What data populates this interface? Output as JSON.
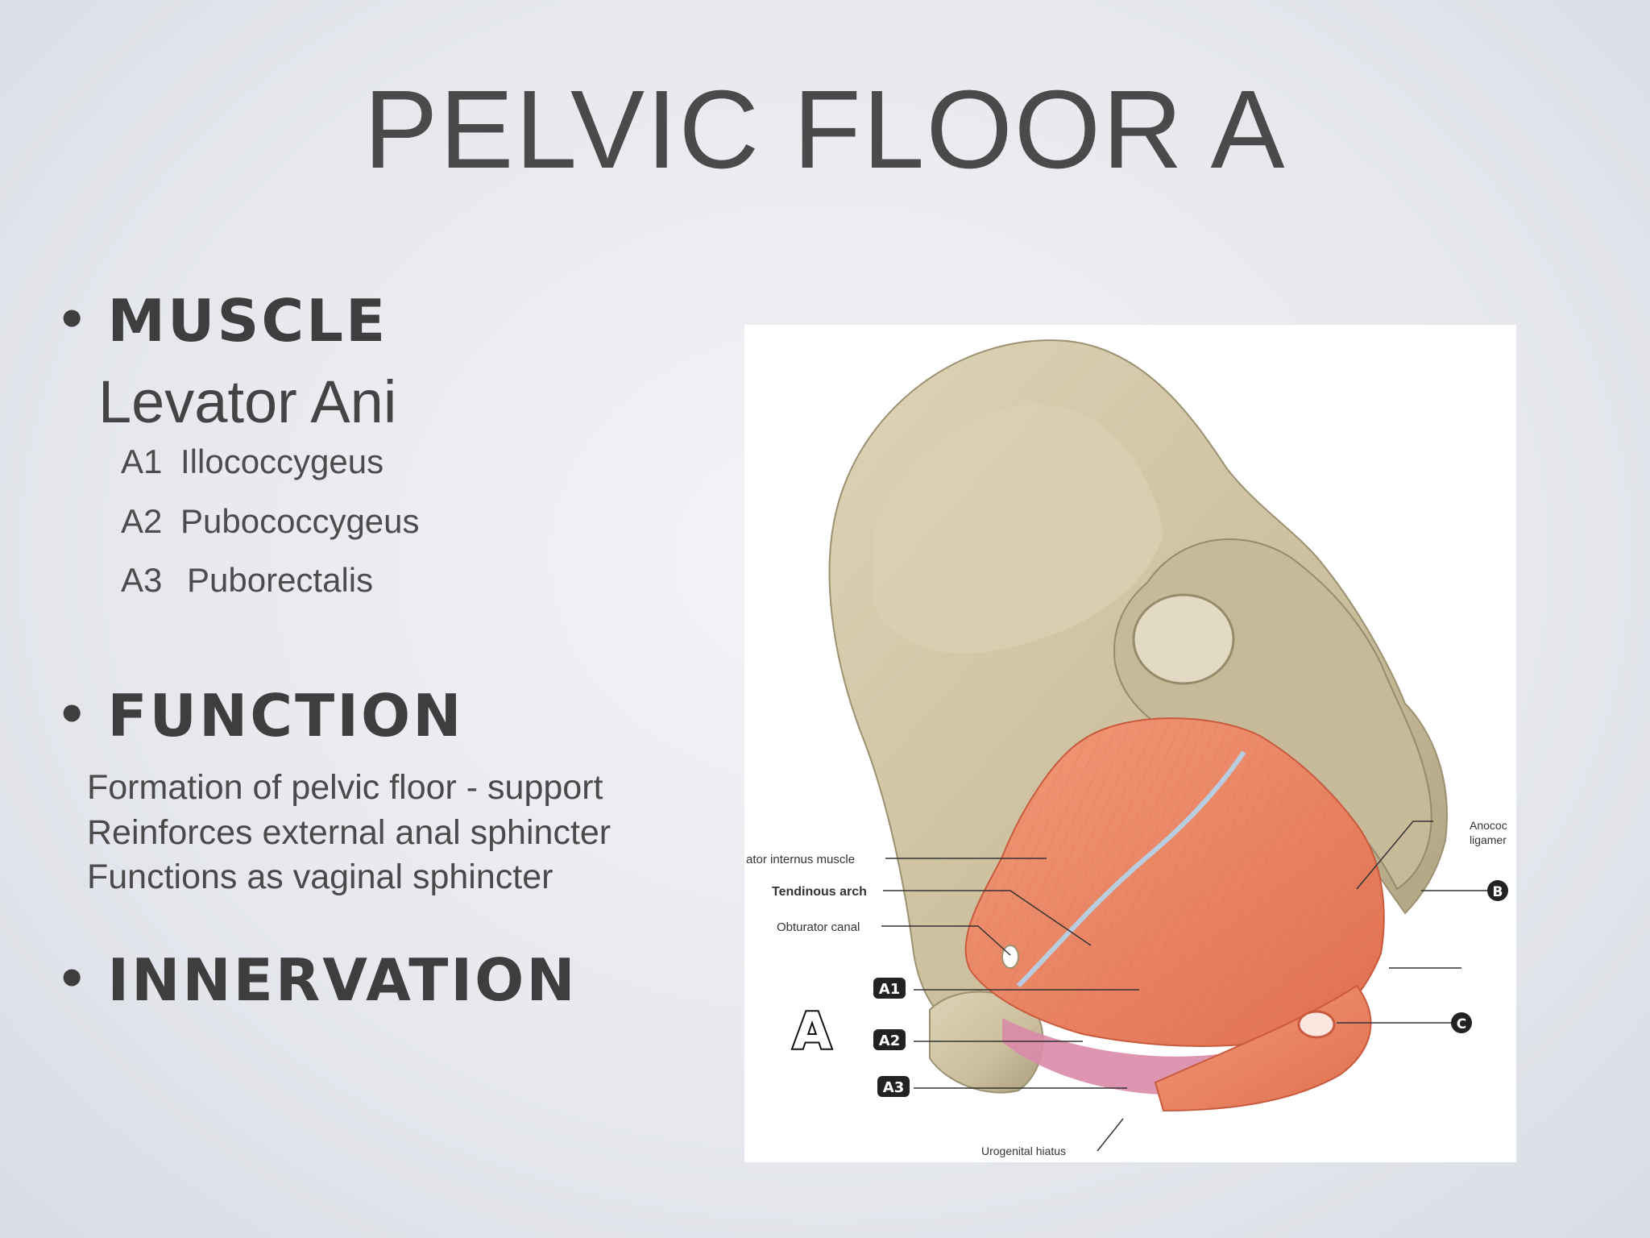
{
  "slide": {
    "title": "PELVIC FLOOR A",
    "sections": {
      "muscle": {
        "heading": "MUSCLE",
        "name": "Levator Ani",
        "parts": [
          {
            "code": "A1",
            "name": "Illococcygeus"
          },
          {
            "code": "A2",
            "name": "Pubococcygeus"
          },
          {
            "code": "A3",
            "name": "Puborectalis"
          }
        ]
      },
      "function": {
        "heading": "FUNCTION",
        "lines": [
          "Formation of pelvic floor - support",
          "Reinforces external anal sphincter",
          "Functions as vaginal sphincter"
        ]
      },
      "innervation": {
        "heading": "INNERVATION"
      }
    },
    "figure": {
      "labels": {
        "obturator_internus": "ator internus muscle",
        "tendinous_arch": "Tendinous arch",
        "obturator_canal": "Obturator canal",
        "a1": "A1",
        "a2": "A2",
        "a3": "A3",
        "big_a": "A",
        "anococcygeal_1": "Anococ",
        "anococcygeal_2": "ligamer",
        "b": "B",
        "c": "C",
        "urogenital_hiatus": "Urogenital hiatus"
      },
      "colors": {
        "bone": "#cfc4a4",
        "bone_shadow": "#a89c7c",
        "muscle": "#ef8a66",
        "muscle_dark": "#d9684a",
        "puborectalis": "#d98aa8",
        "tendon": "#b9cde0"
      }
    }
  }
}
